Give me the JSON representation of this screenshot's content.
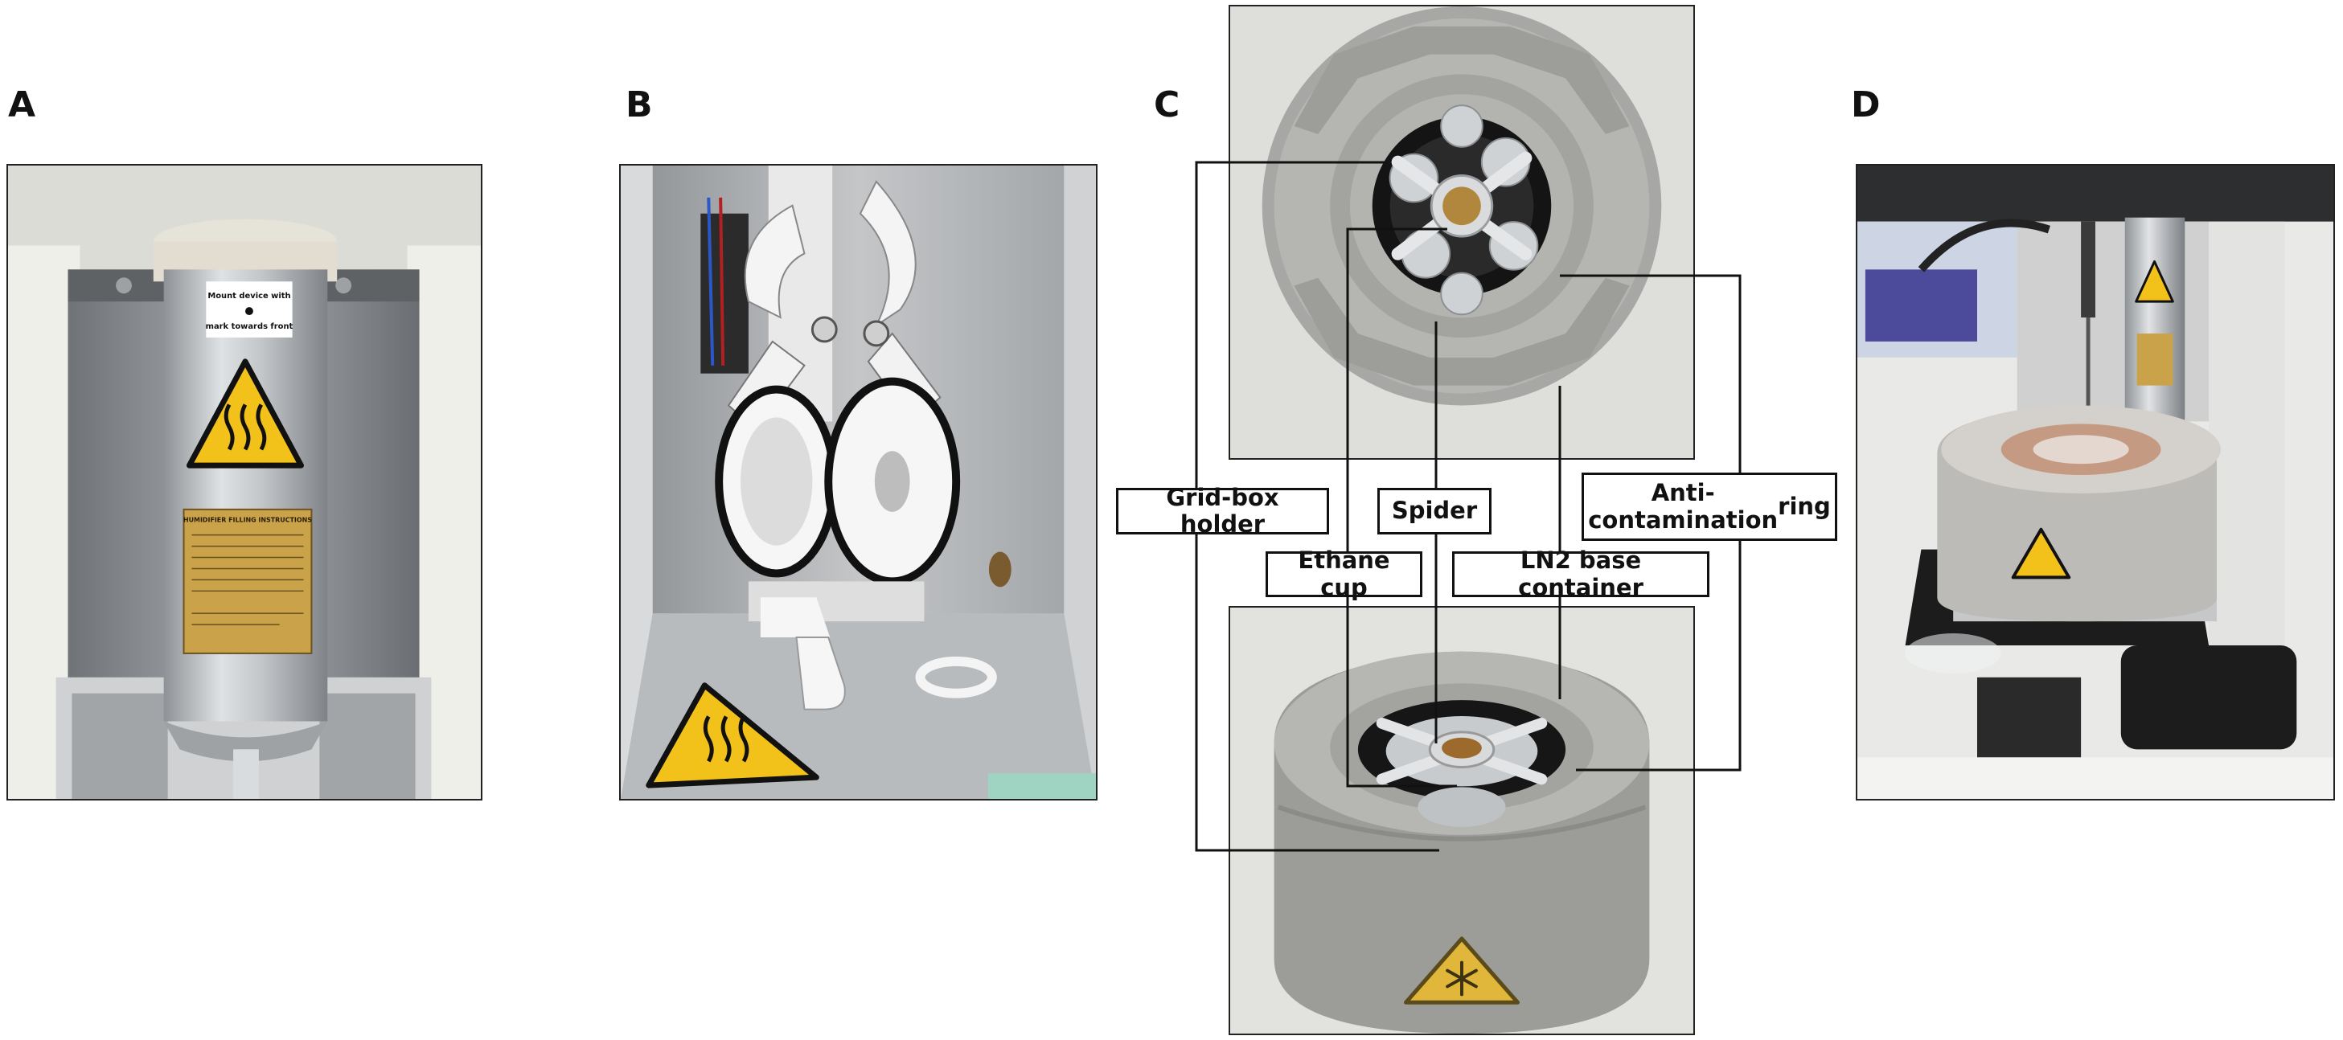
{
  "panels": {
    "a": {
      "letter": "A"
    },
    "b": {
      "letter": "B"
    },
    "c": {
      "letter": "C"
    },
    "d": {
      "letter": "D"
    }
  },
  "device_label": {
    "line1": "Mount device with",
    "line2": "mark towards front"
  },
  "humidifier_label": {
    "title": "HUMIDIFIER FILLING INSTRUCTIONS"
  },
  "callouts": {
    "grid_box_holder": "Grid-box holder",
    "spider": "Spider",
    "anti_contamination_line1": "Anti-contamination",
    "anti_contamination_line2": "ring",
    "ethane_cup": "Ethane cup",
    "ln2_base_container": "LN2 base container"
  },
  "icons": {
    "hot_surface": "hot-surface-warning-icon",
    "cryogenic": "cryogenic-warning-icon"
  },
  "colors": {
    "warning_yellow": "#f2c21a",
    "foam_gray": "#a9a9a9",
    "steel": "#b9bcbf"
  }
}
